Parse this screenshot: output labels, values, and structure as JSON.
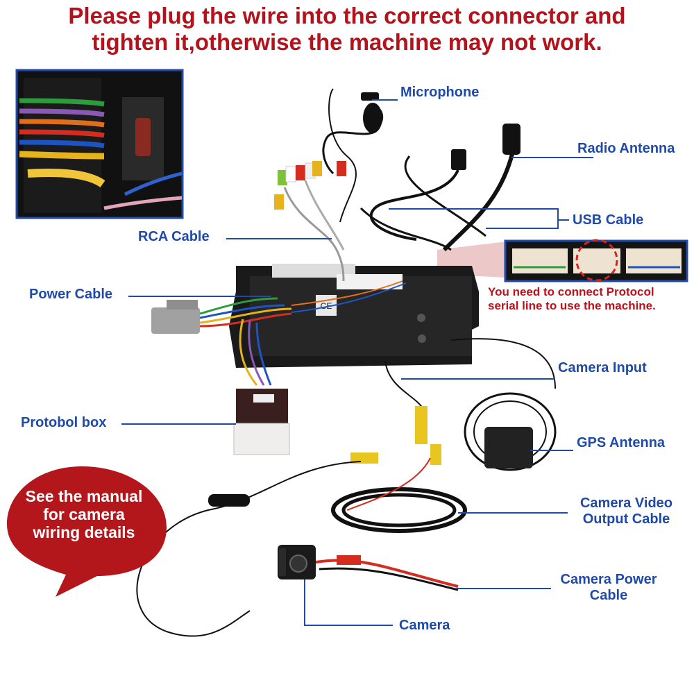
{
  "warning": {
    "line1": "Please plug the wire into the correct connector and",
    "line2": "tighten it,otherwise the machine may not work."
  },
  "labels": {
    "microphone": "Microphone",
    "radio_antenna": "Radio Antenna",
    "usb_cable": "USB Cable",
    "rca_cable": "RCA Cable",
    "power_cable": "Power Cable",
    "camera_input": "Camera Input",
    "gps_antenna": "GPS Antenna",
    "protobol_box": "Protobol box",
    "camera_video_output_line1": "Camera Video",
    "camera_video_output_line2": "Output Cable",
    "camera_power_line1": "Camera Power",
    "camera_power_line2": "Cable",
    "camera": "Camera"
  },
  "protocol_note": {
    "line1": "You need to connect Protocol",
    "line2": "serial line to use the machine."
  },
  "manual_bubble": {
    "line1": "See the manual",
    "line2": "for camera",
    "line3": "wiring details"
  },
  "colors": {
    "warning_red": "#b5121b",
    "label_blue": "#1f4aa8",
    "bubble_red": "#b3171c"
  }
}
